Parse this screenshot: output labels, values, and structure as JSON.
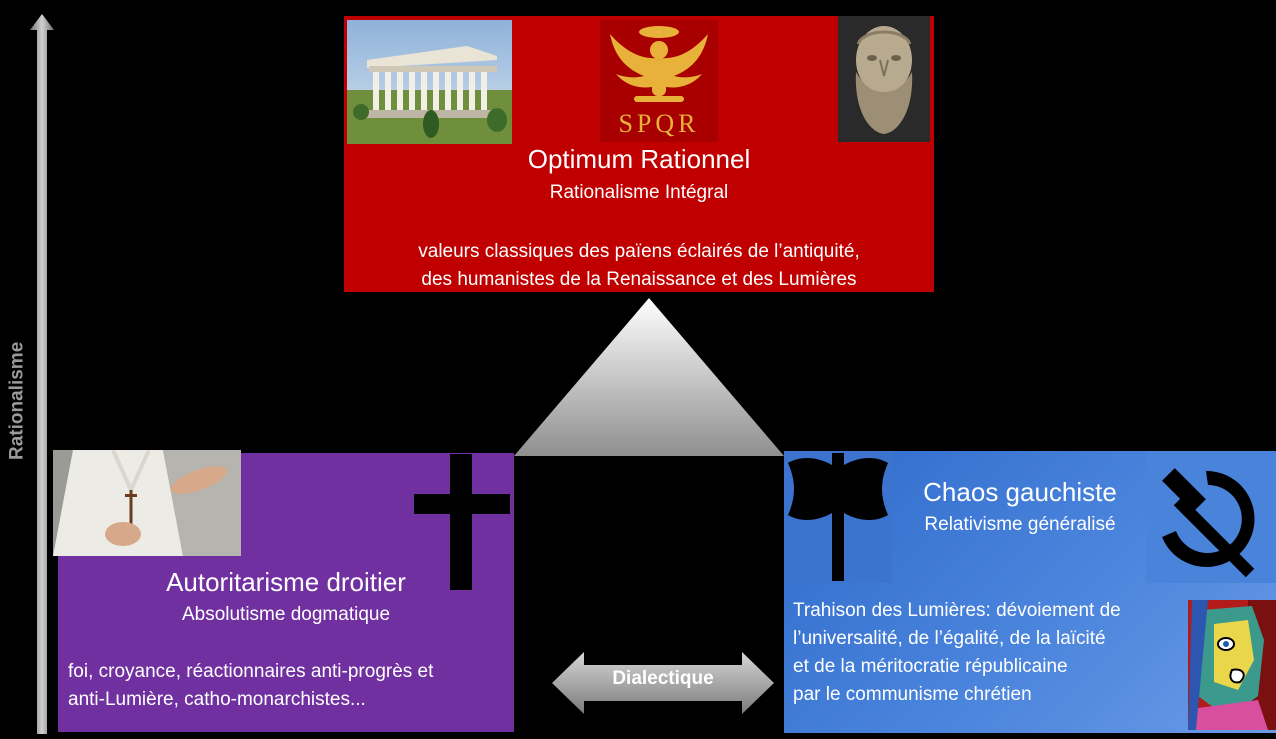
{
  "axis": {
    "label": "Rationalisme"
  },
  "top": {
    "title": "Optimum Rationnel",
    "subtitle": "Rationalisme Intégral",
    "lines": [
      "valeurs classiques des païens éclairés de l’antiquité,",
      "des humanistes de la Renaissance et des Lumières"
    ],
    "emblem_text": "SPQR",
    "icons": [
      "temple-image",
      "spqr-eagle-icon",
      "philosopher-bust-image"
    ]
  },
  "left": {
    "title": "Autoritarisme droitier",
    "subtitle": "Absolutisme dogmatique",
    "lines": [
      "foi, croyance, réactionnaires anti-progrès et",
      "anti-Lumière, catho-monarchistes..."
    ],
    "icons": [
      "priest-image",
      "cross-icon"
    ]
  },
  "right": {
    "title": "Chaos gauchiste",
    "subtitle": "Relativisme généralisé",
    "lines": [
      "Trahison des Lumières: dévoiement de",
      "l’universalité, de l’égalité, de la laïcité",
      "et de la méritocratie républicaine",
      "par le communisme chrétien"
    ],
    "icons": [
      "double-axe-icon",
      "hammer-sickle-icon",
      "picasso-portrait-image"
    ]
  },
  "dialectic": {
    "label": "Dialectique"
  },
  "colors": {
    "top_panel": "#c00000",
    "left_panel": "#7030a0",
    "right_panel": "#4a84dc",
    "axis_gray": "#9a9a9a",
    "background": "#000000"
  }
}
